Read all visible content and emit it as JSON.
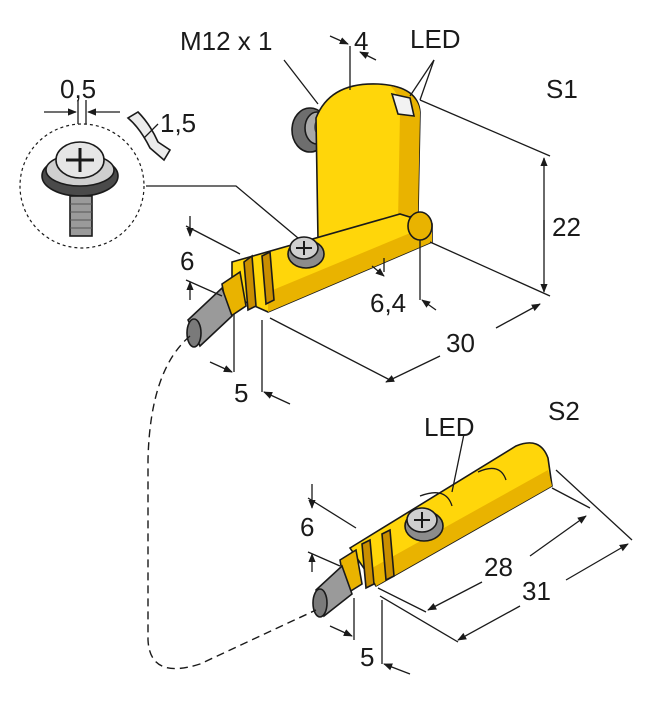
{
  "colors": {
    "housing": "#ffd60a",
    "housing_shade": "#e9b300",
    "housing_dark": "#c98e00",
    "metal": "#9a9a9a",
    "metal_dark": "#5e5e5e",
    "line": "#1a1a1a"
  },
  "icons": {
    "screw": "cross-head-screw-icon",
    "hex_key": "allen-key-icon",
    "arrow": "dimension-arrow-icon"
  },
  "labels": {
    "m12": "M12 x 1",
    "dim_4": "4",
    "led_top": "LED",
    "s1": "S1",
    "dim_0_5": "0,5",
    "dim_1_5": "1,5",
    "dim_22": "22",
    "dim_6_top": "6",
    "dim_6_4": "6,4",
    "dim_30": "30",
    "dim_5_top": "5",
    "s2": "S2",
    "led_bottom": "LED",
    "dim_6_bottom": "6",
    "dim_28": "28",
    "dim_31": "31",
    "dim_5_bottom": "5"
  }
}
